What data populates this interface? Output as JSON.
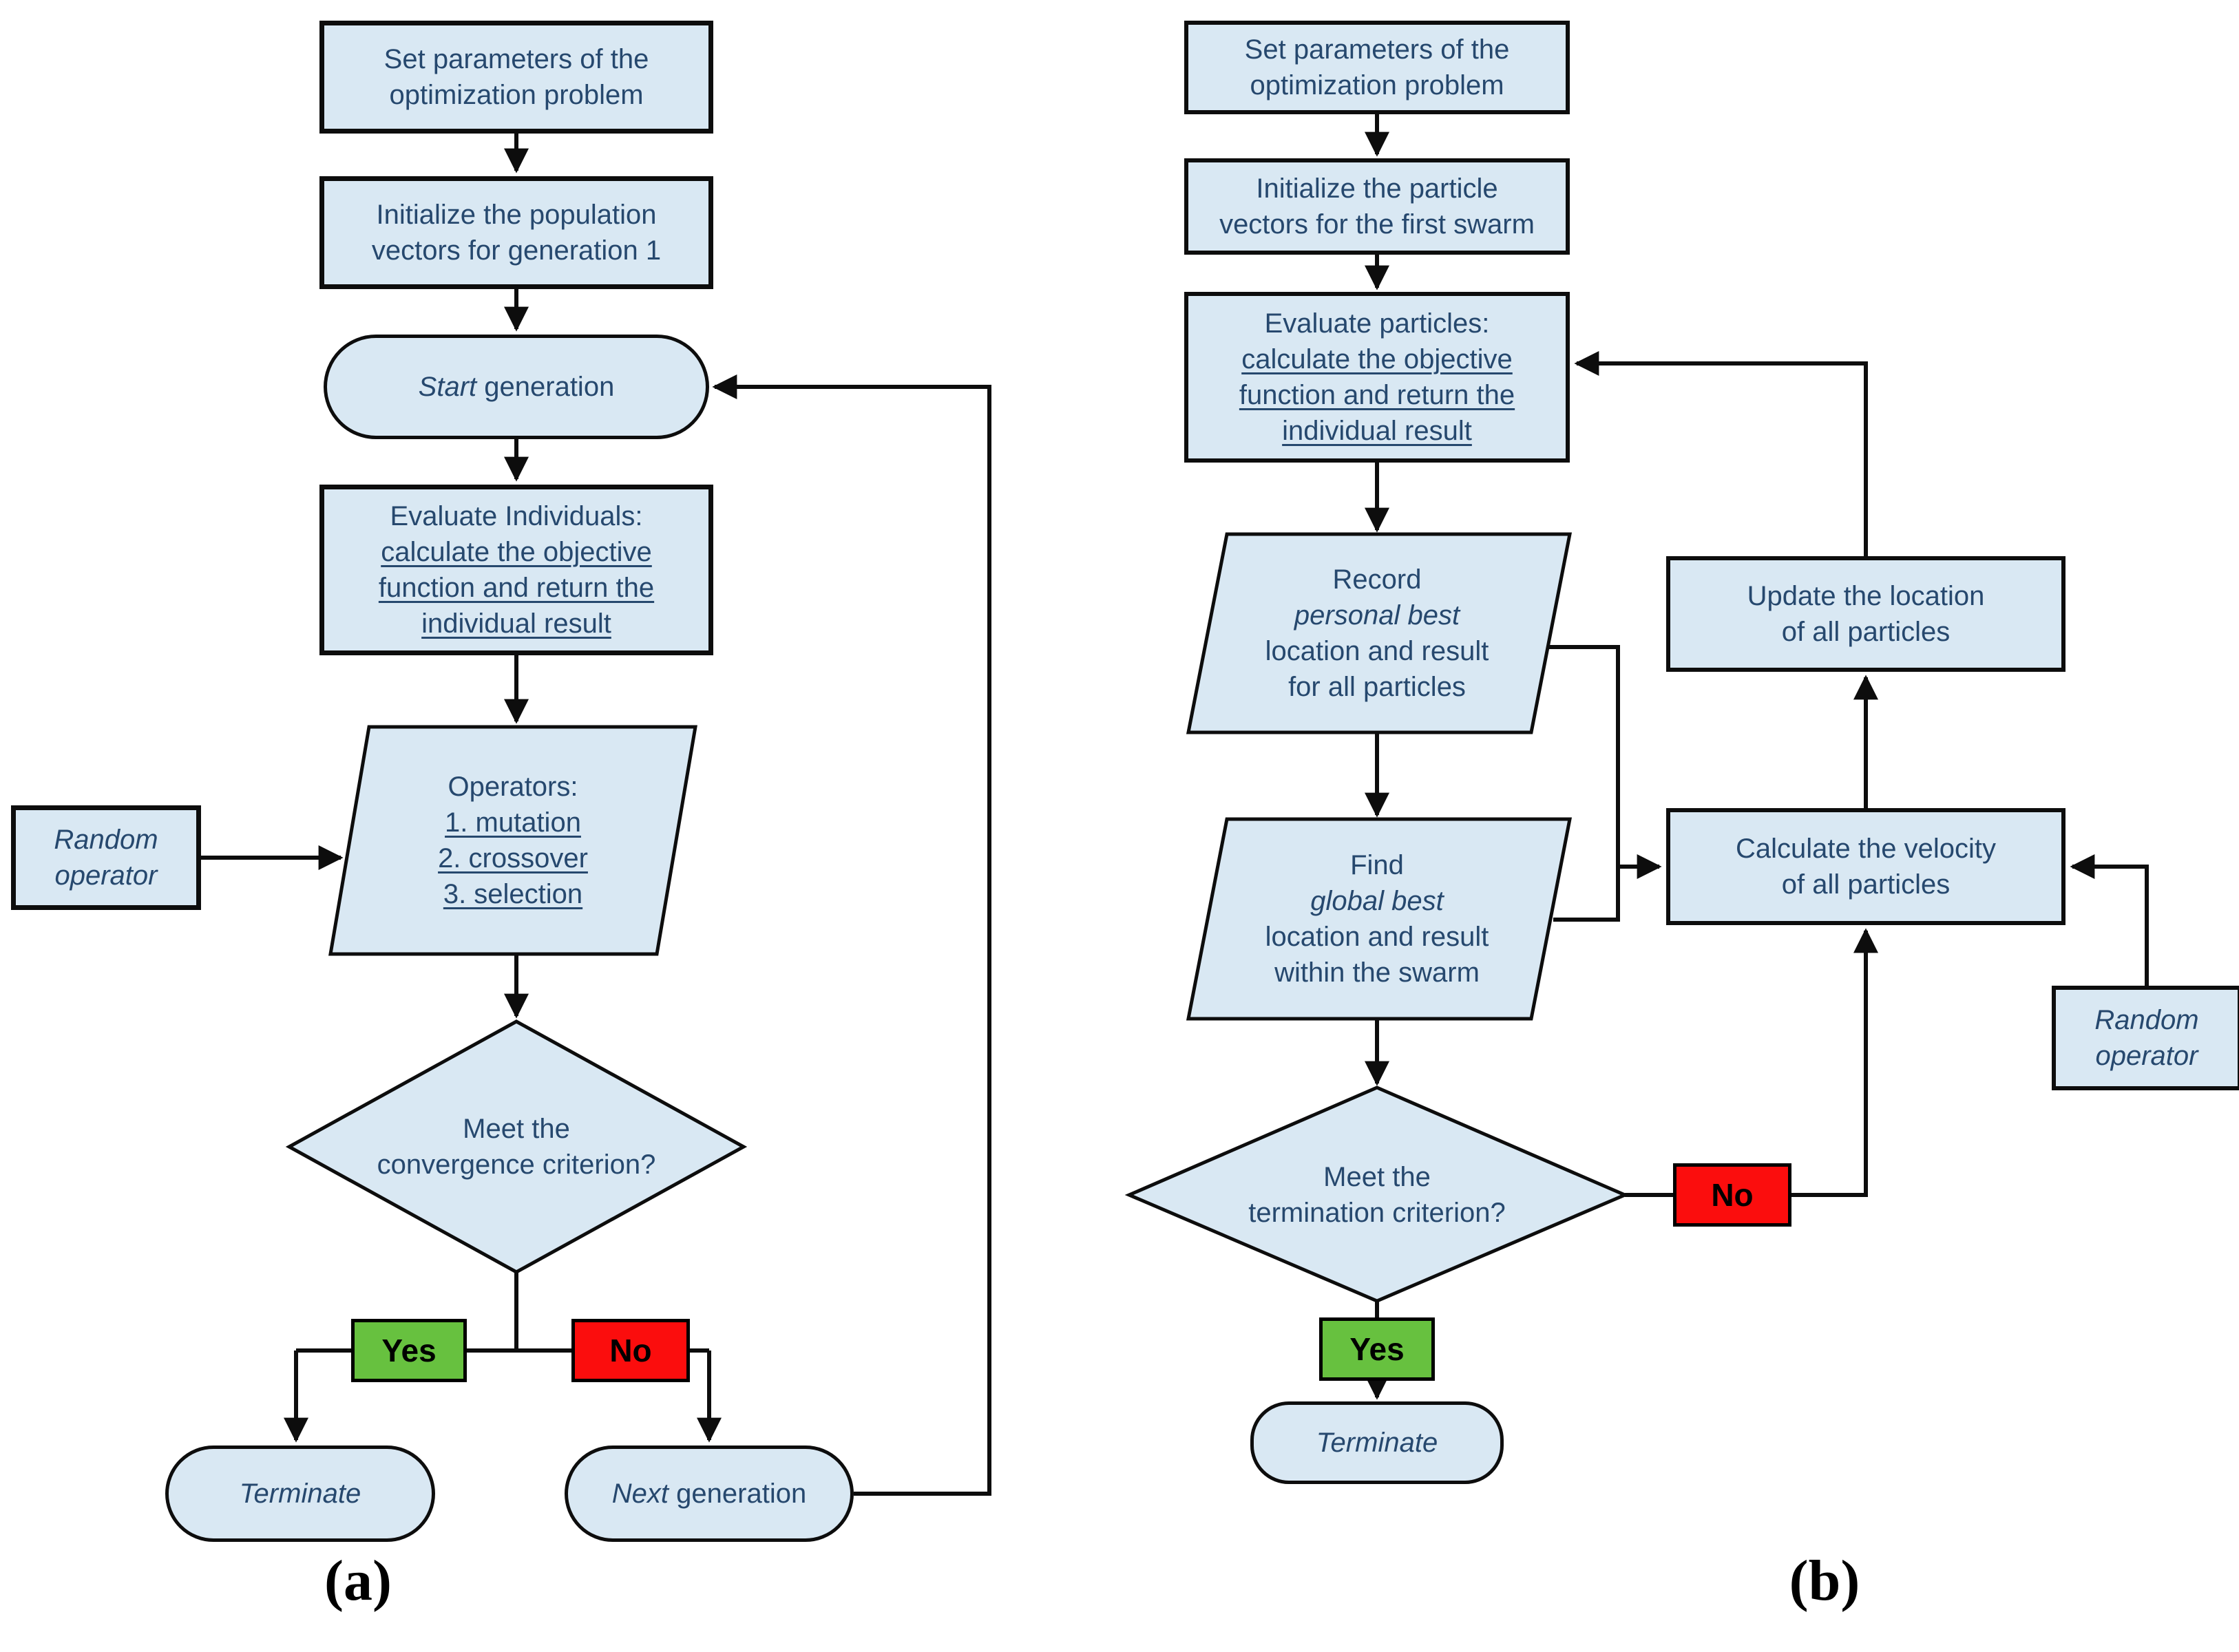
{
  "colors": {
    "node_fill": "#d9e8f3",
    "node_border": "#0d0d0d",
    "line": "#0d0d0d",
    "text": "#26486e",
    "yes_green": "#67c13f",
    "no_red": "#fb0d0d"
  },
  "panel_a": {
    "label": "(a)",
    "nodes": {
      "set_params": [
        "Set parameters of the",
        "optimization problem"
      ],
      "init_pop": [
        "Initialize the population",
        "vectors for generation 1"
      ],
      "start_gen": {
        "italic": "Start",
        "rest": " generation"
      },
      "evaluate": {
        "title": "Evaluate Individuals:",
        "u1": "calculate the objective",
        "u2": "function and return the",
        "u3": "individual result"
      },
      "operators": {
        "title": "Operators:",
        "i1": "1. mutation",
        "i2": "2. crossover",
        "i3": "3. selection"
      },
      "random_op": [
        "Random",
        "operator"
      ],
      "decision": [
        "Meet the",
        "convergence criterion?"
      ],
      "yes": "Yes",
      "no": "No",
      "terminate": "Terminate",
      "next_gen": {
        "italic": "Next",
        "rest": " generation"
      }
    }
  },
  "panel_b": {
    "label": "(b)",
    "nodes": {
      "set_params": [
        "Set parameters of the",
        "optimization problem"
      ],
      "init_particles": [
        "Initialize the particle",
        "vectors for the first swarm"
      ],
      "evaluate": {
        "title": "Evaluate particles:",
        "u1": "calculate the objective",
        "u2": "function and return the",
        "u3": "individual result"
      },
      "record_best": {
        "l1": "Record",
        "emph": "personal best",
        "l3": "location and result",
        "l4": "for all particles"
      },
      "find_best": {
        "l1": "Find",
        "emph": "global best",
        "l3": "location and result",
        "l4": "within the swarm"
      },
      "decision": [
        "Meet the",
        "termination criterion?"
      ],
      "no": "No",
      "yes": "Yes",
      "terminate": "Terminate",
      "update_location": [
        "Update the location",
        "of all particles"
      ],
      "calc_velocity": [
        "Calculate the velocity",
        "of all particles"
      ],
      "random_op": [
        "Random",
        "operator"
      ]
    }
  }
}
